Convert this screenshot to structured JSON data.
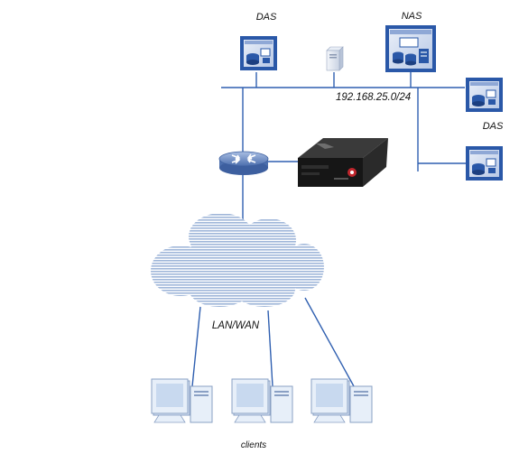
{
  "labels": {
    "das_top": "DAS",
    "nas": "NAS",
    "subnet": "192.168.25.0/24",
    "das_right": "DAS",
    "cloud": "LAN/WAN",
    "clients": "clients"
  },
  "colors": {
    "line": "#2f5fb0",
    "storage_blue": "#2a58a8",
    "monitor_blue": "#d9e6f6",
    "cloud_stripe": "#9fb6d9",
    "router": "#5b7fb8",
    "appliance": "#1b1b1b",
    "accent_red": "#c0262d"
  },
  "icons": {
    "storage": "storage-server-icon",
    "nas": "nas-icon",
    "server": "tower-server-icon",
    "router": "router-icon",
    "appliance": "rack-appliance-icon",
    "cloud": "cloud-icon",
    "client": "desktop-computer-icon"
  }
}
